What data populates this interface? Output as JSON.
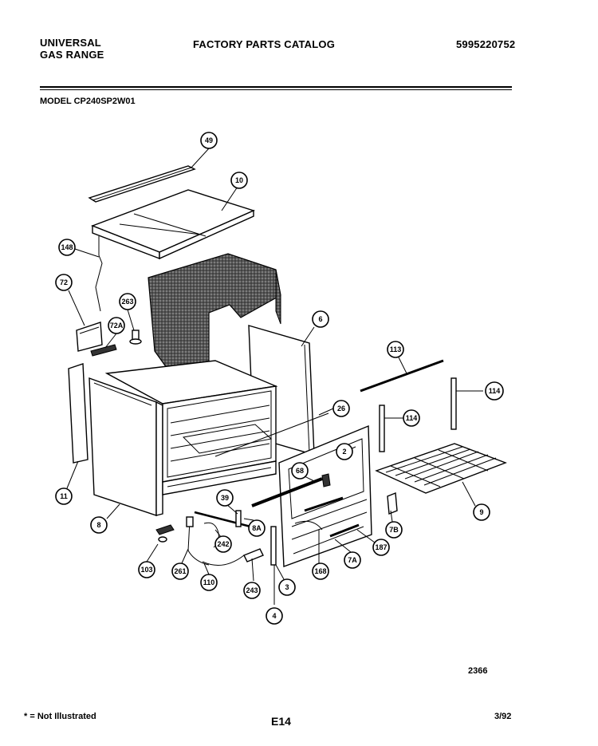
{
  "header": {
    "brand_line1": "UNIVERSAL",
    "brand_line2": "GAS RANGE",
    "catalog_title": "FACTORY PARTS CATALOG",
    "catalog_number": "5995220752"
  },
  "model_line": "MODEL CP240SP2W01",
  "diagram": {
    "code": "2366",
    "callouts": [
      "49",
      "10",
      "148",
      "72",
      "263",
      "72A",
      "6",
      "113",
      "114",
      "114",
      "26",
      "11",
      "2",
      "9",
      "8",
      "68",
      "39",
      "8A",
      "242",
      "7B",
      "187",
      "103",
      "261",
      "110",
      "243",
      "168",
      "7A",
      "3",
      "4"
    ]
  },
  "footer": {
    "note": "* = Not Illustrated",
    "page": "E14",
    "date": "3/92"
  }
}
